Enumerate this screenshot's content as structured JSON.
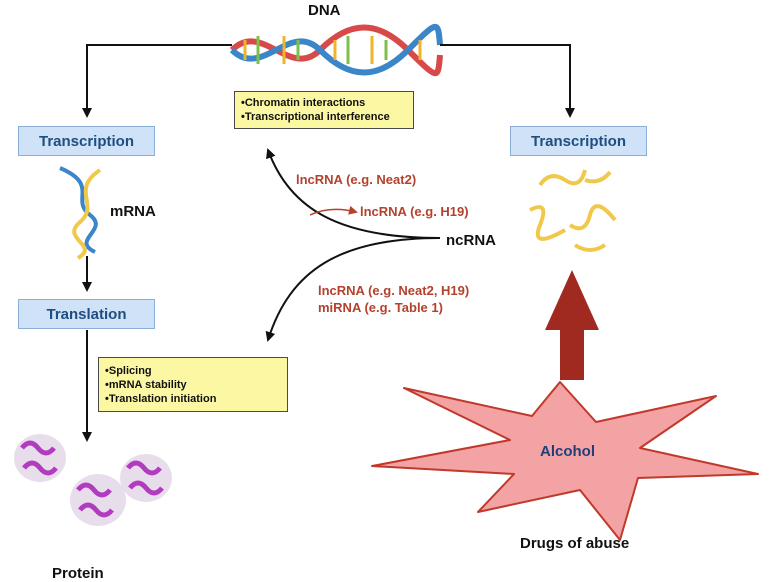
{
  "dna": {
    "title": "DNA"
  },
  "left_branch": {
    "transcription": "Transcription",
    "mrna": "mRNA",
    "translation": "Translation",
    "protein": "Protein"
  },
  "right_branch": {
    "transcription": "Transcription"
  },
  "top_box": {
    "items": [
      "•Chromatin interactions",
      "•Transcriptional interference"
    ]
  },
  "mid_box": {
    "items": [
      "•Splicing",
      "•mRNA stability",
      "•Translation initiation"
    ]
  },
  "ncrna": {
    "label": "ncRNA",
    "upper_label": "lncRNA (e.g. Neat2)",
    "side_label": "lncRNA (e.g. H19)",
    "lower_label_1": "lncRNA (e.g. Neat2, H19)",
    "lower_label_2": "miRNA (e.g. Table 1)"
  },
  "drugs": {
    "alcohol": "Alcohol",
    "caption": "Drugs of abuse"
  },
  "colors": {
    "arrow": "#111111",
    "ncrna_text": "#b4412d",
    "process_box": "#cfe2f7",
    "note_box": "#fbf7a3",
    "star_fill": "#f3a3a3",
    "star_stroke": "#c0392b",
    "big_arrow": "#a02a20",
    "rna_strand": "#f0c84a",
    "protein": "#b23cbf"
  }
}
